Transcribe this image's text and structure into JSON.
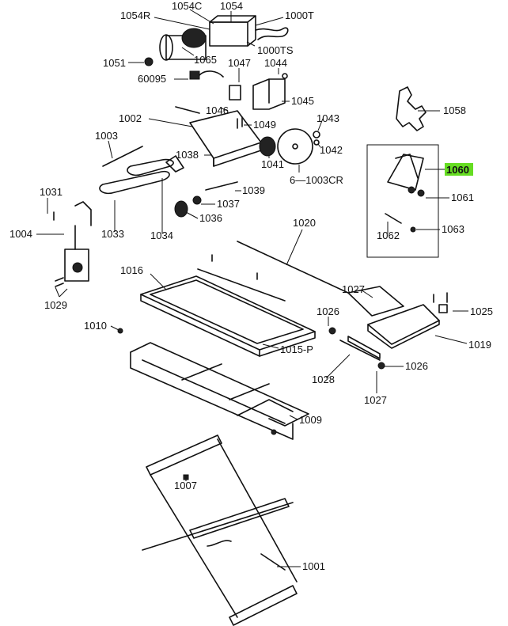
{
  "highlight_color": "#66dd22",
  "labels": {
    "p1054c": "1054C",
    "p1054": "1054",
    "p1054r": "1054R",
    "p1000t": "1000T",
    "p1051": "1051",
    "p1065": "1065",
    "p1000ts": "1000TS",
    "p1047": "1047",
    "p1044": "1044",
    "p60095": "60095",
    "p1045": "1045",
    "p1046": "1046",
    "p1058": "1058",
    "p1002": "1002",
    "p1049": "1049",
    "p1043": "1043",
    "p1003": "1003",
    "p1042": "1042",
    "p1038": "1038",
    "p1041": "1041",
    "p1003cr": "6—1003CR",
    "p1060": "1060",
    "p1031": "1031",
    "p1039": "1039",
    "p1061": "1061",
    "p1037": "1037",
    "p1004": "1004",
    "p1033": "1033",
    "p1036": "1036",
    "p1034": "1034",
    "p1062": "1062",
    "p1063": "1063",
    "p1020": "1020",
    "p1016": "1016",
    "p1027a": "1027",
    "p1029": "1029",
    "p1026a": "1026",
    "p1025": "1025",
    "p1010": "1010",
    "p1019": "1019",
    "p1015p": "1015-P",
    "p1026b": "1026",
    "p1028": "1028",
    "p1027b": "1027",
    "p1009": "1009",
    "p1007": "1007",
    "p1001": "1001"
  }
}
